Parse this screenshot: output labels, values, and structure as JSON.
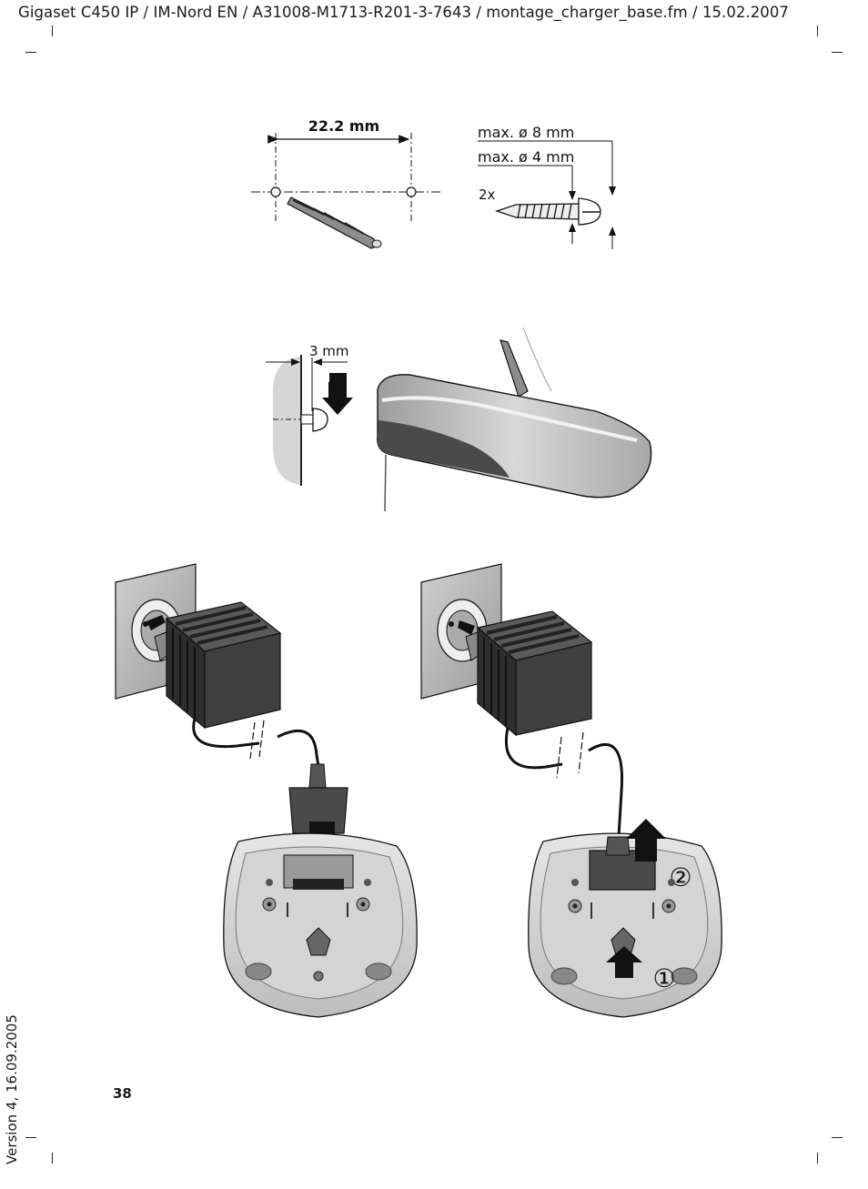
{
  "header": {
    "running_title": "Gigaset C450 IP / IM-Nord EN / A31008-M1713-R201-3-7643 / montage_charger_base.fm / 15.02.2007"
  },
  "side_note": "Version 4, 16.09.2005",
  "page_number": "38",
  "drilling_figure": {
    "hole_spacing_label": "22.2 mm",
    "head_diameter_label": "max. ø 8 mm",
    "shank_diameter_label": "max. ø 4 mm",
    "quantity_label": "2x"
  },
  "wall_figure": {
    "gap_label": "3 mm"
  },
  "charger_figure": {
    "step_one_marker": "①",
    "step_two_marker": "②"
  },
  "colors": {
    "ink": "#1a1a1a",
    "adapter": "#3a3a3a",
    "housing_light": "#d9d9d9",
    "housing_mid": "#b5b5b5"
  }
}
